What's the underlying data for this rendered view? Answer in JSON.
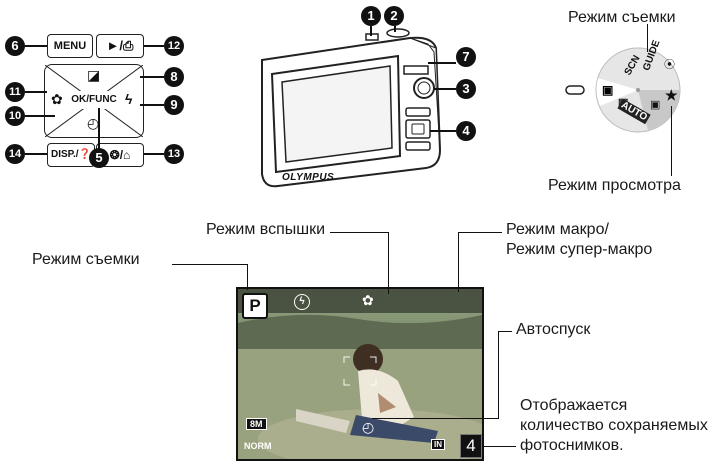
{
  "camera_controls": {
    "menu_label": "MENU",
    "playback_print_label": "►/⎙",
    "exposure_icon": "◪",
    "macro_icon": "✿",
    "flash_icon": "ϟ",
    "ok_func_label": "OK/FUNC",
    "selftimer_icon": "◴",
    "disp_label": "DISP./❓",
    "shadow_erase_label": "❂/⌂",
    "numbers": [
      "1",
      "2",
      "3",
      "4",
      "5",
      "6",
      "7",
      "8",
      "9",
      "10",
      "11",
      "12",
      "13",
      "14"
    ],
    "brand": "OLYMPUS"
  },
  "mode_dial": {
    "title": "Режим съемки",
    "bottom_label": "Режим просмотра",
    "positions": [
      "AUTO",
      "SCN",
      "GUIDE",
      "★"
    ]
  },
  "screen_labels": {
    "flash_mode": "Режим вспышки",
    "shooting_mode": "Режим съемки",
    "macro_line1": "Режим макро/",
    "macro_line2": "Режим супер-макро",
    "self_timer": "Автоспуск",
    "shots_line1": "Отображается",
    "shots_line2": "количество сохраняемых",
    "shots_line3": "фотоснимков."
  },
  "screen_overlay": {
    "mode_letter": "P",
    "image_size": "8M",
    "quality": "NORM",
    "memory": "IN",
    "shots_remaining": "4"
  }
}
